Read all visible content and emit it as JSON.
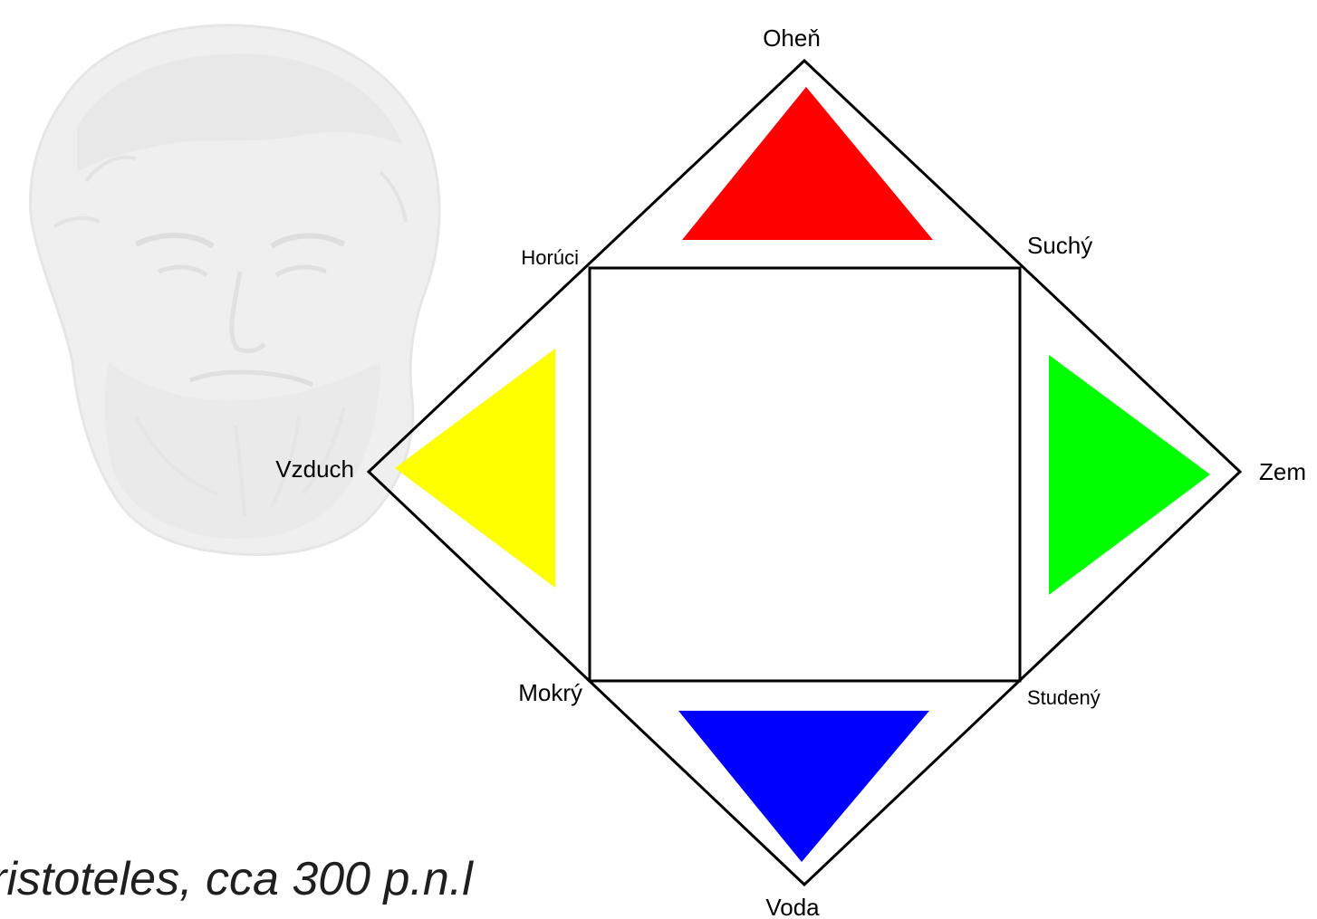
{
  "colors": {
    "fire": "#ff0000",
    "air": "#ffff00",
    "earth": "#00ff00",
    "water": "#0000ff",
    "outline": "#000000",
    "portrait": "#ececec"
  },
  "elements": {
    "fire": "Oheň",
    "air": "Vzduch",
    "earth": "Zem",
    "water": "Voda"
  },
  "qualities": {
    "hot": "Horúci",
    "dry": "Suchý",
    "wet": "Mokrý",
    "cold": "Studený"
  },
  "caption": "ristoteles, cca 300 p.n.l",
  "portrait": "bust-portrait"
}
